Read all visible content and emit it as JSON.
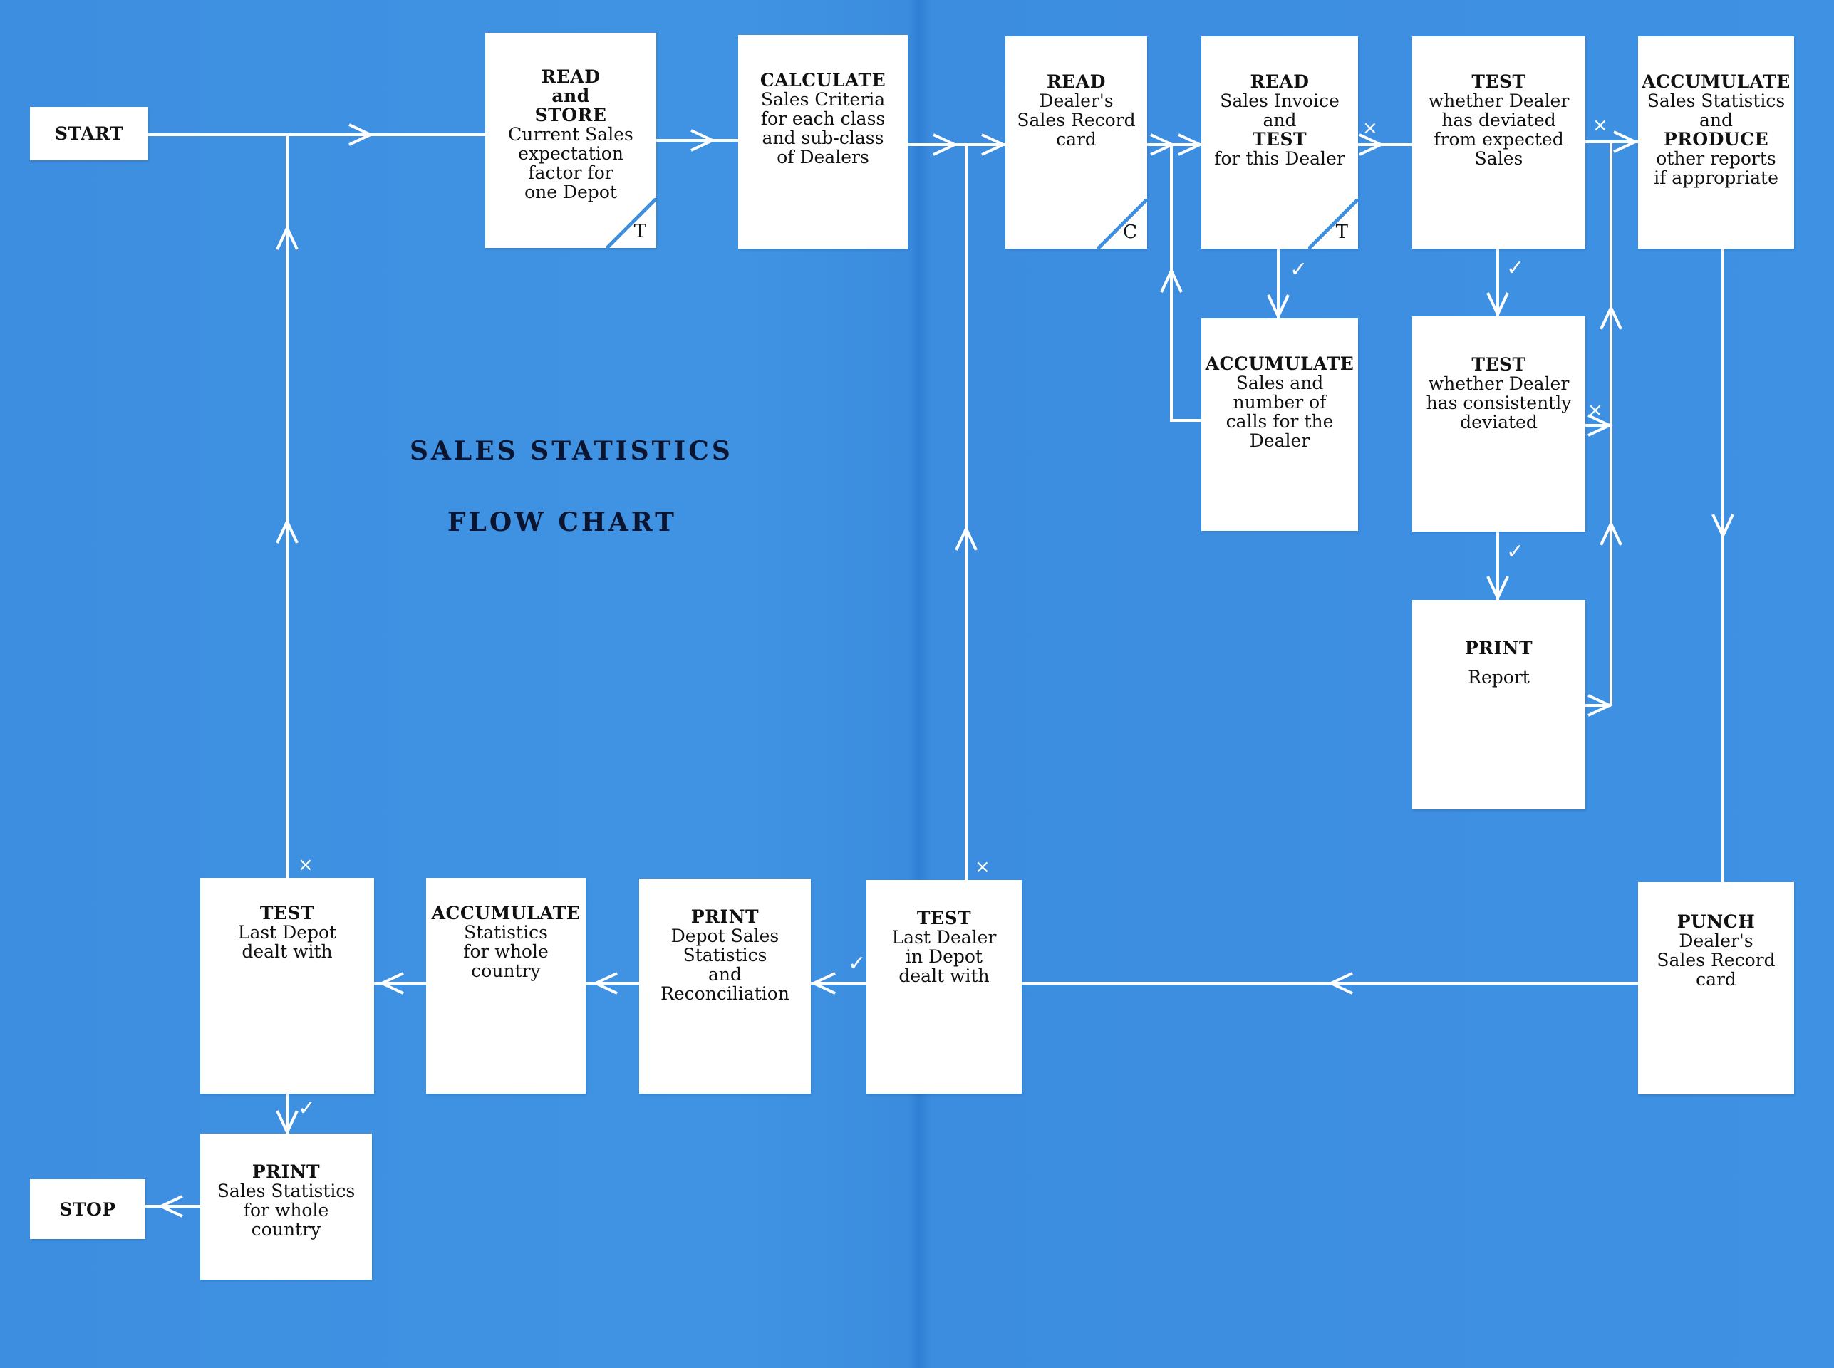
{
  "title": {
    "line1": "SALES STATISTICS",
    "line2": "FLOW CHART"
  },
  "terminals": {
    "start": "START",
    "stop": "STOP"
  },
  "marks": {
    "yes": "✓",
    "no": "×"
  },
  "boxes": {
    "read_store": {
      "lines": [
        {
          "t": "READ",
          "b": true
        },
        {
          "t": "and",
          "b": true
        },
        {
          "t": "STORE",
          "b": true
        },
        {
          "t": "Current Sales"
        },
        {
          "t": "expectation"
        },
        {
          "t": "factor for"
        },
        {
          "t": "one Depot"
        }
      ],
      "corner": "T"
    },
    "calculate": {
      "lines": [
        {
          "t": "CALCULATE",
          "b": true
        },
        {
          "t": "Sales Criteria"
        },
        {
          "t": "for each class"
        },
        {
          "t": "and sub-class"
        },
        {
          "t": "of Dealers"
        }
      ]
    },
    "read_record": {
      "lines": [
        {
          "t": "READ",
          "b": true
        },
        {
          "t": "Dealer's"
        },
        {
          "t": "Sales Record"
        },
        {
          "t": "card"
        }
      ],
      "corner": "C"
    },
    "read_invoice": {
      "lines": [
        {
          "t": "READ",
          "b": true
        },
        {
          "t": "Sales Invoice"
        },
        {
          "t": "and"
        },
        {
          "t": "TEST",
          "b": true
        },
        {
          "t": "for this Dealer"
        }
      ],
      "corner": "T"
    },
    "test_deviated": {
      "lines": [
        {
          "t": "TEST",
          "b": true
        },
        {
          "t": "whether Dealer"
        },
        {
          "t": "has deviated"
        },
        {
          "t": "from expected"
        },
        {
          "t": "Sales"
        }
      ]
    },
    "accumulate_stats": {
      "lines": [
        {
          "t": "ACCUMULATE",
          "b": true
        },
        {
          "t": "Sales Statistics"
        },
        {
          "t": "and"
        },
        {
          "t": "PRODUCE",
          "b": true
        },
        {
          "t": "other reports"
        },
        {
          "t": "if appropriate"
        }
      ]
    },
    "accumulate_calls": {
      "lines": [
        {
          "t": "ACCUMULATE",
          "b": true
        },
        {
          "t": "Sales and"
        },
        {
          "t": "number of"
        },
        {
          "t": "calls for the"
        },
        {
          "t": "Dealer"
        }
      ]
    },
    "test_consistent": {
      "lines": [
        {
          "t": "TEST",
          "b": true
        },
        {
          "t": "whether Dealer"
        },
        {
          "t": "has consistently"
        },
        {
          "t": "deviated"
        }
      ]
    },
    "print_report": {
      "lines": [
        {
          "t": "PRINT",
          "b": true
        },
        {
          "t": ""
        },
        {
          "t": "Report"
        }
      ]
    },
    "punch": {
      "lines": [
        {
          "t": "PUNCH",
          "b": true
        },
        {
          "t": "Dealer's"
        },
        {
          "t": "Sales Record"
        },
        {
          "t": "card"
        }
      ]
    },
    "test_last_dealer": {
      "lines": [
        {
          "t": "TEST",
          "b": true
        },
        {
          "t": "Last Dealer"
        },
        {
          "t": "in Depot"
        },
        {
          "t": "dealt with"
        }
      ]
    },
    "print_depot": {
      "lines": [
        {
          "t": "PRINT",
          "b": true
        },
        {
          "t": "Depot Sales"
        },
        {
          "t": "Statistics"
        },
        {
          "t": "and"
        },
        {
          "t": "Reconciliation"
        }
      ]
    },
    "accumulate_country": {
      "lines": [
        {
          "t": "ACCUMULATE",
          "b": true
        },
        {
          "t": "Statistics"
        },
        {
          "t": "for whole"
        },
        {
          "t": "country"
        }
      ]
    },
    "test_last_depot": {
      "lines": [
        {
          "t": "TEST",
          "b": true
        },
        {
          "t": "Last Depot"
        },
        {
          "t": "dealt with"
        }
      ]
    },
    "print_country": {
      "lines": [
        {
          "t": "PRINT",
          "b": true
        },
        {
          "t": "Sales Statistics"
        },
        {
          "t": "for whole"
        },
        {
          "t": "country"
        }
      ]
    }
  },
  "colors": {
    "background": "#3e8fe0",
    "box": "#ffffff",
    "line": "#ffffff",
    "title": "#0b1530"
  }
}
